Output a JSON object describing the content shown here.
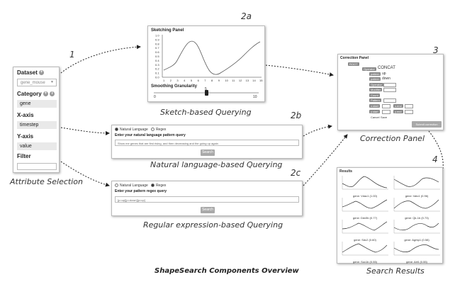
{
  "title": "ShapeSearch Components Overview",
  "labels": {
    "attribute": "Attribute Selection",
    "sketch": "Sketch-based Querying",
    "natural": "Natural language-based Querying",
    "regex": "Regular expression-based Querying",
    "correction": "Correction Panel",
    "results": "Search Results"
  },
  "numbers": {
    "n1": "1",
    "n2a": "2a",
    "n2b": "2b",
    "n2c": "2c",
    "n3": "3",
    "n4": "4"
  },
  "attribute_panel": {
    "dataset_label": "Dataset",
    "dataset_value": "gene_mouse",
    "category_label": "Category",
    "category_value": "gene",
    "xaxis_label": "X-axis",
    "xaxis_value": "timestep",
    "yaxis_label": "Y-axis",
    "yaxis_value": "value",
    "filter_label": "Filter",
    "filter_value": ""
  },
  "sketch_panel": {
    "title": "Sketching Panel",
    "yticks": [
      "1.0",
      "0.9",
      "0.8",
      "0.7",
      "0.6",
      "0.5",
      "0.4",
      "0.3",
      "0.2",
      "0.1",
      "0.0"
    ],
    "xticks": [
      "1",
      "2",
      "3",
      "4",
      "5",
      "6",
      "7",
      "8",
      "9",
      "10",
      "11",
      "12",
      "13",
      "14",
      "15"
    ],
    "smoothing_label": "Smoothing Granularity",
    "slider_min": "0",
    "slider_mid": "5",
    "slider_max": "10",
    "slider_value": 5
  },
  "natural_panel": {
    "option_natural": "Natural Language",
    "option_regex": "Regex",
    "selected": "natural",
    "prompt": "Enter your natural language pattern query",
    "query": "Show me genes that are first rising, and then decreasing and the going up again",
    "button": "Search"
  },
  "regex_panel": {
    "option_natural": "Natural Language",
    "option_regex": "Regex",
    "selected": "regex",
    "prompt": "Enter your pattern regex query",
    "query": "[p=up][p=down][p=up]",
    "button": "Search"
  },
  "correction_panel": {
    "title": "Correction Panel",
    "root": "ROOT",
    "operator": "Operator",
    "concat": "CONCAT",
    "pattern_up": "pattern",
    "pattern_up_value": "up",
    "pattern_down": "pattern",
    "pattern_down_value": "down",
    "operator2": "Operator",
    "modifier": "Modifier",
    "count": "Count",
    "pattern3": "Pattern",
    "xstart": "x.start",
    "xend": "x.end",
    "ystart": "y.start",
    "yend": "y.end",
    "cancel": "Cancel",
    "save": "Save",
    "submit": "Submit correction"
  },
  "results_panel": {
    "title": "Results",
    "subtitle": "score 1e-4",
    "tiles": [
      {
        "label": "gene: Vdac1 (1.00)"
      },
      {
        "label": "gene: Vatc1 (0.96)"
      },
      {
        "label": "gene: Ddx5b (0.77)"
      },
      {
        "label": "gene: Qk-1b (0.73)"
      },
      {
        "label": "gene: Sdc2 (0.60)"
      },
      {
        "label": "gene: Agrbp1 (0.58)"
      },
      {
        "label": "gene: Sox1b (0.55)"
      },
      {
        "label": "gene: Arf4 (0.55)"
      }
    ]
  }
}
